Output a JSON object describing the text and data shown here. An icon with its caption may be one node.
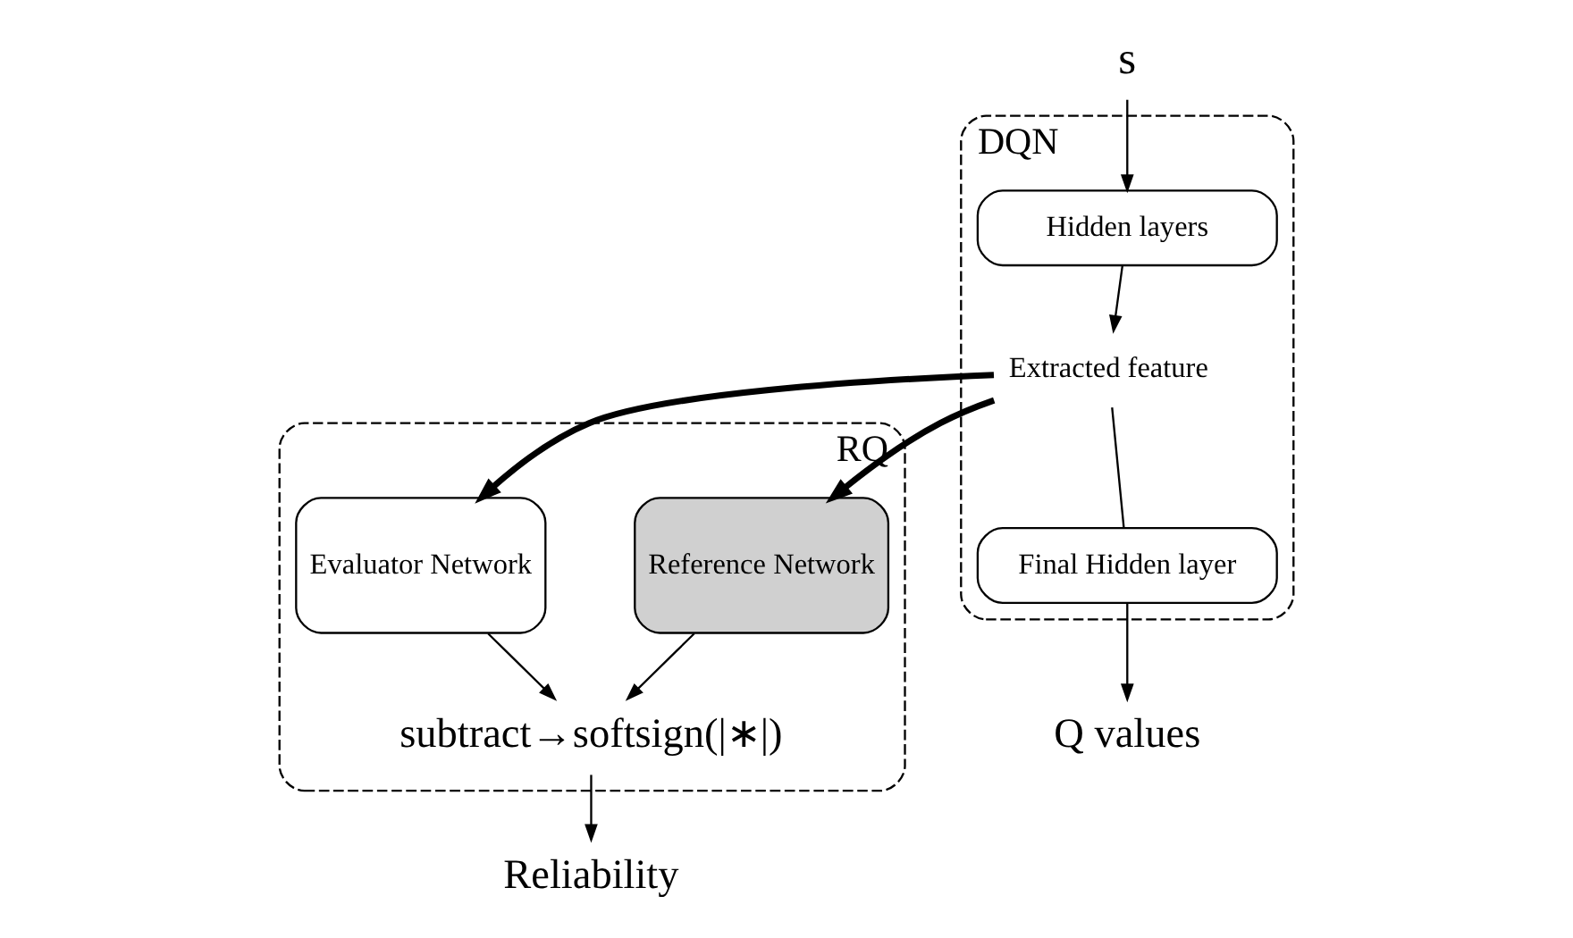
{
  "diagram": {
    "nodes": [
      {
        "text": [
          "s"
        ]
      },
      {
        "text": [
          "DQN"
        ]
      },
      {
        "text": [
          "Hidden layers"
        ],
        "in": 1
      },
      {
        "text": [
          "Extracted feature"
        ],
        "in": 1
      },
      {
        "text": [
          "Final Hidden layer"
        ],
        "in": 1
      },
      {
        "text": [
          "Q values"
        ]
      },
      {
        "text": [
          "RQ"
        ]
      },
      {
        "text": [
          "Reference Network"
        ],
        "in": 6
      },
      {
        "text": [
          "Evaluator Network"
        ],
        "in": 6
      },
      {
        "text": [
          "subtract→softsign(|∗|)"
        ],
        "in": 6
      },
      {
        "text": [
          "Reliability"
        ]
      }
    ],
    "edges": [
      {
        "from": 0,
        "to": 2,
        "arrow": "to"
      },
      {
        "from": 2,
        "to": 3,
        "arrow": "to"
      },
      {
        "from": 3,
        "to": 4,
        "arrow": "none"
      },
      {
        "from": 4,
        "to": 5,
        "arrow": "to"
      },
      {
        "from": 3,
        "to": 7,
        "arrow": "to",
        "style": "thick"
      },
      {
        "from": 3,
        "to": 8,
        "arrow": "to",
        "style": "thick"
      },
      {
        "from": 7,
        "to": 9,
        "arrow": "to"
      },
      {
        "from": 8,
        "to": 9,
        "arrow": "to"
      },
      {
        "from": 9,
        "to": 10,
        "arrow": "to"
      }
    ]
  }
}
